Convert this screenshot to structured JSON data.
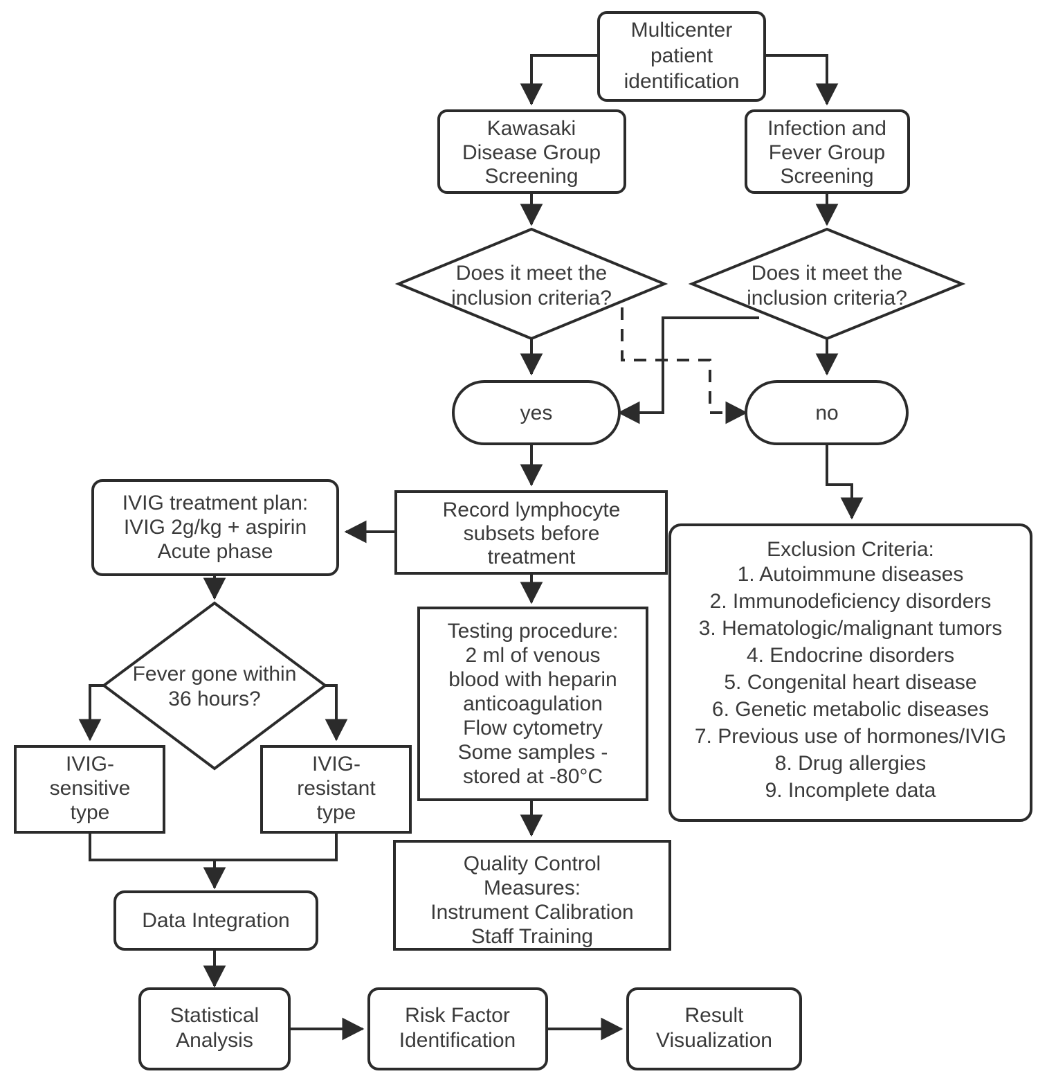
{
  "diagram": {
    "title": "Kawasaki Disease IVIG Study Flowchart",
    "colors": {
      "stroke": "#2b2b2b",
      "text": "#3a3a3a",
      "background": "#ffffff"
    }
  },
  "nodes": {
    "multicenter": {
      "label": "Multicenter patient identification",
      "lines": [
        "Multicenter",
        "patient",
        "identification"
      ],
      "shape": "rounded-rect"
    },
    "kawasaki_screening": {
      "label": "Kawasaki Disease Group Screening",
      "lines": [
        "Kawasaki",
        "Disease Group",
        "Screening"
      ],
      "shape": "rounded-rect"
    },
    "infection_screening": {
      "label": "Infection and Fever Group Screening",
      "lines": [
        "Infection and",
        "Fever Group",
        "Screening"
      ],
      "shape": "rounded-rect"
    },
    "inclusion_left": {
      "label": "Does it meet the inclusion criteria?",
      "lines": [
        "Does it meet the",
        "inclusion criteria?"
      ],
      "shape": "diamond"
    },
    "inclusion_right": {
      "label": "Does it meet the inclusion criteria?",
      "lines": [
        "Does it meet the",
        "inclusion criteria?"
      ],
      "shape": "diamond"
    },
    "yes": {
      "label": "yes",
      "lines": [
        "yes"
      ],
      "shape": "stadium"
    },
    "no": {
      "label": "no",
      "lines": [
        "no"
      ],
      "shape": "stadium"
    },
    "record_lymphocyte": {
      "label": "Record lymphocyte subsets before treatment",
      "lines": [
        "Record lymphocyte",
        "subsets before",
        "treatment"
      ],
      "shape": "rect"
    },
    "ivig_plan": {
      "label": "IVIG treatment plan: IVIG 2g/kg + aspirin Acute phase",
      "lines": [
        "IVIG treatment plan:",
        "IVIG 2g/kg + aspirin",
        "Acute phase"
      ],
      "shape": "rounded-rect"
    },
    "fever_decision": {
      "label": "Fever gone within 36 hours?",
      "lines": [
        "Fever gone within",
        "36 hours?"
      ],
      "shape": "diamond"
    },
    "ivig_sensitive": {
      "label": "IVIG-sensitive type",
      "lines": [
        "IVIG-",
        "sensitive",
        "type"
      ],
      "shape": "rect"
    },
    "ivig_resistant": {
      "label": "IVIG-resistant type",
      "lines": [
        "IVIG-",
        "resistant",
        "type"
      ],
      "shape": "rect"
    },
    "testing_procedure": {
      "label": "Testing procedure",
      "lines": [
        "Testing procedure:",
        "2 ml of venous",
        "blood with heparin",
        "anticoagulation",
        "Flow cytometry",
        "Some samples -",
        "stored at -80°C"
      ],
      "shape": "rect"
    },
    "quality_control": {
      "label": "Quality Control Measures",
      "lines": [
        "Quality Control",
        "Measures:",
        "Instrument Calibration",
        "Staff Training"
      ],
      "shape": "rect"
    },
    "exclusion_criteria": {
      "label": "Exclusion Criteria",
      "heading": "Exclusion Criteria:",
      "items": [
        "1. Autoimmune diseases",
        "2. Immunodeficiency disorders",
        "3. Hematologic/malignant tumors",
        "4. Endocrine disorders",
        "5. Congenital heart disease",
        "6. Genetic metabolic diseases",
        "7. Previous use of hormones/IVIG",
        "8. Drug allergies",
        "9. Incomplete data"
      ],
      "shape": "rounded-rect"
    },
    "data_integration": {
      "label": "Data Integration",
      "lines": [
        "Data Integration"
      ],
      "shape": "rounded-rect"
    },
    "statistical_analysis": {
      "label": "Statistical Analysis",
      "lines": [
        "Statistical",
        "Analysis"
      ],
      "shape": "rounded-rect"
    },
    "risk_factor": {
      "label": "Risk Factor Identification",
      "lines": [
        "Risk Factor",
        "Identification"
      ],
      "shape": "rounded-rect"
    },
    "result_visualization": {
      "label": "Result Visualization",
      "lines": [
        "Result",
        "Visualization"
      ],
      "shape": "rounded-rect"
    }
  },
  "edges": [
    {
      "from": "multicenter",
      "to": "kawasaki_screening",
      "style": "solid"
    },
    {
      "from": "multicenter",
      "to": "infection_screening",
      "style": "solid"
    },
    {
      "from": "kawasaki_screening",
      "to": "inclusion_left",
      "style": "solid"
    },
    {
      "from": "infection_screening",
      "to": "inclusion_right",
      "style": "solid"
    },
    {
      "from": "inclusion_left",
      "to": "yes",
      "style": "solid"
    },
    {
      "from": "inclusion_left",
      "to": "no",
      "style": "dashed"
    },
    {
      "from": "inclusion_right",
      "to": "no",
      "style": "solid"
    },
    {
      "from": "inclusion_right",
      "to": "yes",
      "style": "solid"
    },
    {
      "from": "yes",
      "to": "record_lymphocyte",
      "style": "solid"
    },
    {
      "from": "no",
      "to": "exclusion_criteria",
      "style": "solid"
    },
    {
      "from": "record_lymphocyte",
      "to": "ivig_plan",
      "style": "solid"
    },
    {
      "from": "record_lymphocyte",
      "to": "testing_procedure",
      "style": "solid"
    },
    {
      "from": "ivig_plan",
      "to": "fever_decision",
      "style": "solid"
    },
    {
      "from": "fever_decision",
      "to": "ivig_sensitive",
      "style": "solid"
    },
    {
      "from": "fever_decision",
      "to": "ivig_resistant",
      "style": "solid"
    },
    {
      "from": "ivig_sensitive",
      "to": "data_integration",
      "style": "solid"
    },
    {
      "from": "ivig_resistant",
      "to": "data_integration",
      "style": "solid"
    },
    {
      "from": "testing_procedure",
      "to": "quality_control",
      "style": "solid"
    },
    {
      "from": "data_integration",
      "to": "statistical_analysis",
      "style": "solid"
    },
    {
      "from": "statistical_analysis",
      "to": "risk_factor",
      "style": "solid"
    },
    {
      "from": "risk_factor",
      "to": "result_visualization",
      "style": "solid"
    }
  ]
}
